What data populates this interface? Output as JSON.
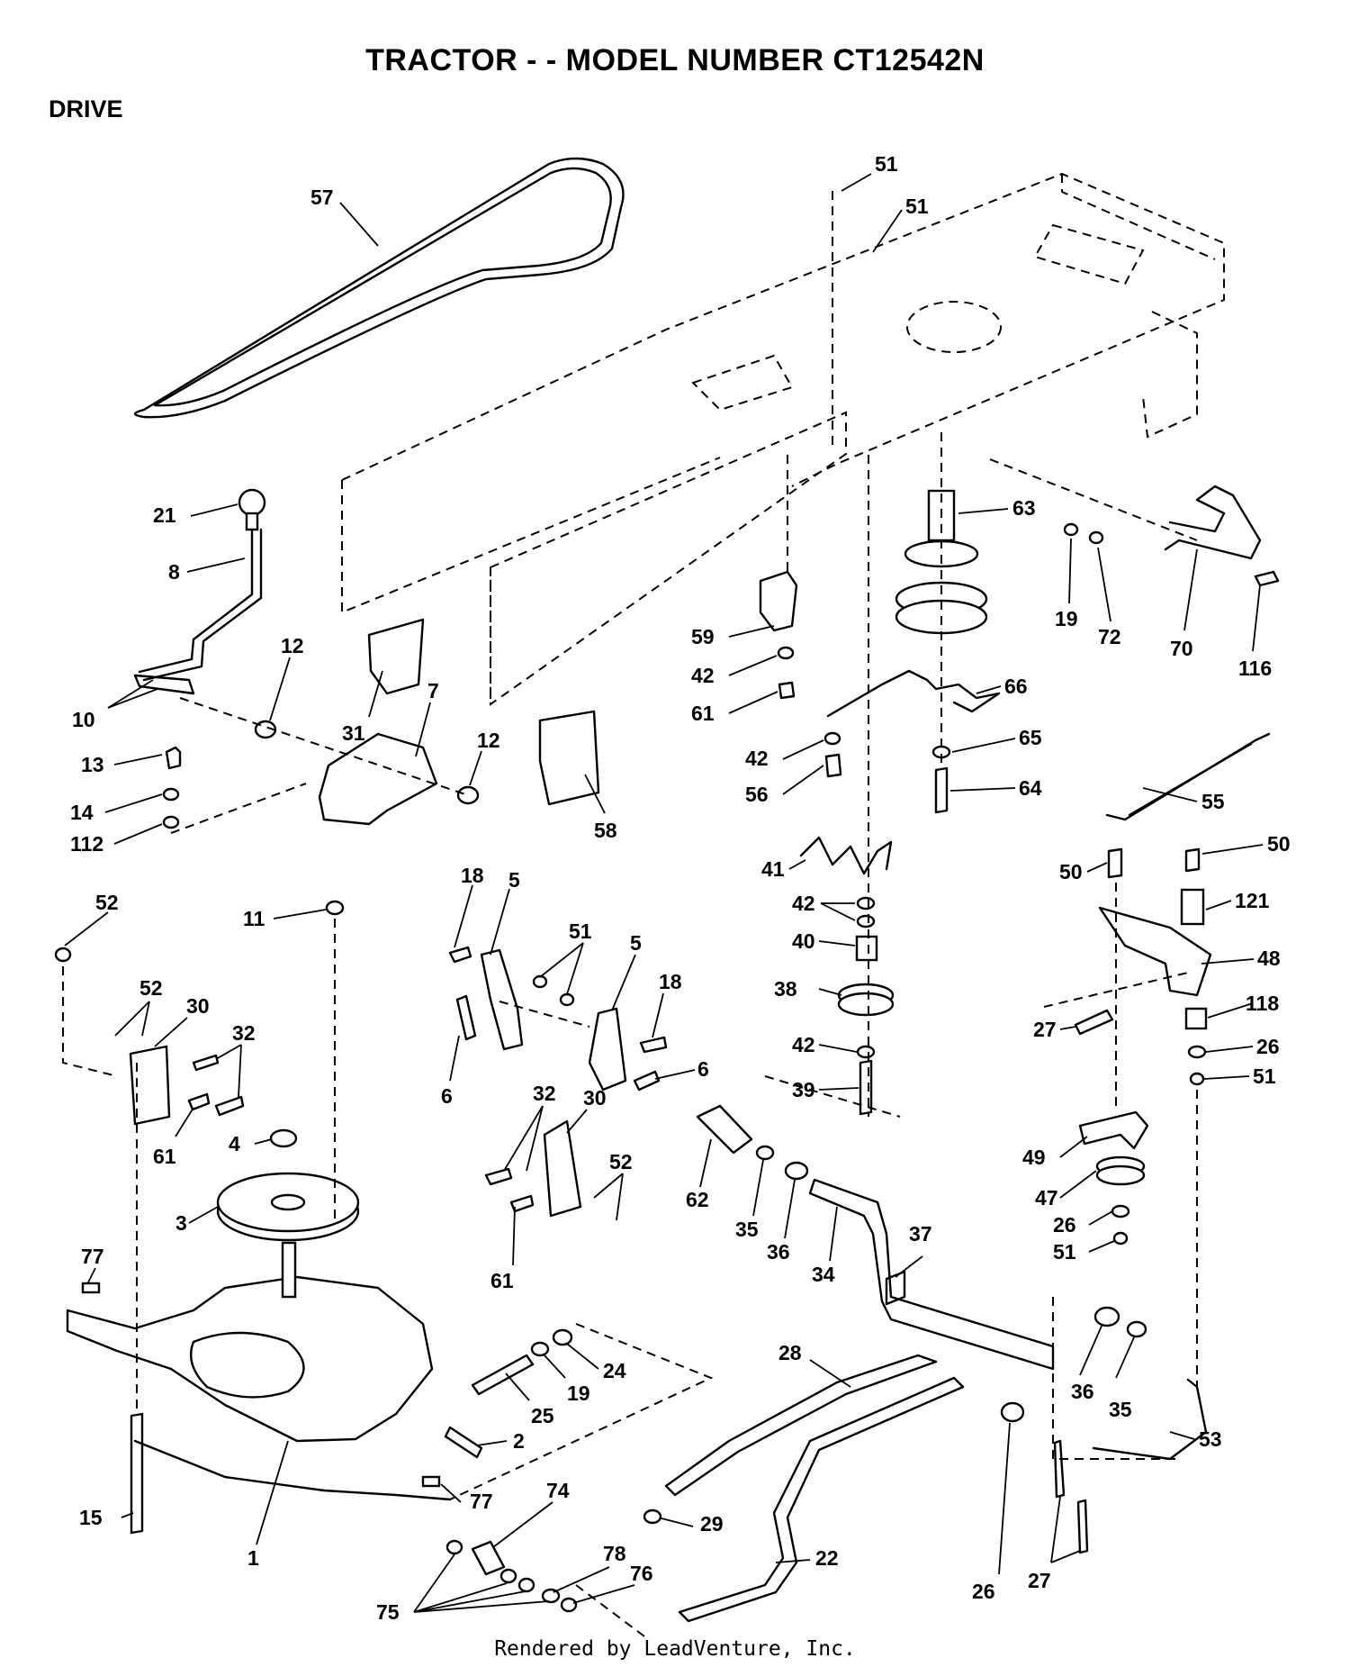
{
  "header": {
    "title": "TRACTOR - - MODEL NUMBER CT12542N",
    "section": "DRIVE"
  },
  "footer": {
    "credit": "Rendered by LeadVenture, Inc."
  },
  "callouts": [
    {
      "id": "57",
      "label": "57"
    },
    {
      "id": "51a",
      "label": "51"
    },
    {
      "id": "51b",
      "label": "51"
    },
    {
      "id": "21",
      "label": "21"
    },
    {
      "id": "8",
      "label": "8"
    },
    {
      "id": "12a",
      "label": "12"
    },
    {
      "id": "10",
      "label": "10"
    },
    {
      "id": "31",
      "label": "31"
    },
    {
      "id": "7",
      "label": "7"
    },
    {
      "id": "12b",
      "label": "12"
    },
    {
      "id": "13",
      "label": "13"
    },
    {
      "id": "14",
      "label": "14"
    },
    {
      "id": "112",
      "label": "112"
    },
    {
      "id": "58",
      "label": "58"
    },
    {
      "id": "63",
      "label": "63"
    },
    {
      "id": "19a",
      "label": "19"
    },
    {
      "id": "72",
      "label": "72"
    },
    {
      "id": "70",
      "label": "70"
    },
    {
      "id": "116",
      "label": "116"
    },
    {
      "id": "59",
      "label": "59"
    },
    {
      "id": "42a",
      "label": "42"
    },
    {
      "id": "61a",
      "label": "61"
    },
    {
      "id": "66",
      "label": "66"
    },
    {
      "id": "42b",
      "label": "42"
    },
    {
      "id": "65",
      "label": "65"
    },
    {
      "id": "56",
      "label": "56"
    },
    {
      "id": "64",
      "label": "64"
    },
    {
      "id": "55",
      "label": "55"
    },
    {
      "id": "41",
      "label": "41"
    },
    {
      "id": "50a",
      "label": "50"
    },
    {
      "id": "50b",
      "label": "50"
    },
    {
      "id": "42c",
      "label": "42"
    },
    {
      "id": "121",
      "label": "121"
    },
    {
      "id": "40",
      "label": "40"
    },
    {
      "id": "48",
      "label": "48"
    },
    {
      "id": "38",
      "label": "38"
    },
    {
      "id": "118",
      "label": "118"
    },
    {
      "id": "27a",
      "label": "27"
    },
    {
      "id": "26a",
      "label": "26"
    },
    {
      "id": "42d",
      "label": "42"
    },
    {
      "id": "51c",
      "label": "51"
    },
    {
      "id": "39",
      "label": "39"
    },
    {
      "id": "52a",
      "label": "52"
    },
    {
      "id": "11",
      "label": "11"
    },
    {
      "id": "18a",
      "label": "18"
    },
    {
      "id": "5a",
      "label": "5"
    },
    {
      "id": "51d",
      "label": "51"
    },
    {
      "id": "5b",
      "label": "5"
    },
    {
      "id": "18b",
      "label": "18"
    },
    {
      "id": "52b",
      "label": "52"
    },
    {
      "id": "30a",
      "label": "30"
    },
    {
      "id": "32a",
      "label": "32"
    },
    {
      "id": "6a",
      "label": "6"
    },
    {
      "id": "6b",
      "label": "6"
    },
    {
      "id": "61b",
      "label": "61"
    },
    {
      "id": "4",
      "label": "4"
    },
    {
      "id": "32b",
      "label": "32"
    },
    {
      "id": "30b",
      "label": "30"
    },
    {
      "id": "52c",
      "label": "52"
    },
    {
      "id": "62",
      "label": "62"
    },
    {
      "id": "35a",
      "label": "35"
    },
    {
      "id": "36a",
      "label": "36"
    },
    {
      "id": "34",
      "label": "34"
    },
    {
      "id": "37",
      "label": "37"
    },
    {
      "id": "49",
      "label": "49"
    },
    {
      "id": "47",
      "label": "47"
    },
    {
      "id": "26b",
      "label": "26"
    },
    {
      "id": "51e",
      "label": "51"
    },
    {
      "id": "3",
      "label": "3"
    },
    {
      "id": "61c",
      "label": "61"
    },
    {
      "id": "77a",
      "label": "77"
    },
    {
      "id": "24",
      "label": "24"
    },
    {
      "id": "19b",
      "label": "19"
    },
    {
      "id": "25",
      "label": "25"
    },
    {
      "id": "2",
      "label": "2"
    },
    {
      "id": "28",
      "label": "28"
    },
    {
      "id": "36b",
      "label": "36"
    },
    {
      "id": "35b",
      "label": "35"
    },
    {
      "id": "53",
      "label": "53"
    },
    {
      "id": "77b",
      "label": "77"
    },
    {
      "id": "15",
      "label": "15"
    },
    {
      "id": "1",
      "label": "1"
    },
    {
      "id": "74",
      "label": "74"
    },
    {
      "id": "29",
      "label": "29"
    },
    {
      "id": "26c",
      "label": "26"
    },
    {
      "id": "78",
      "label": "78"
    },
    {
      "id": "76",
      "label": "76"
    },
    {
      "id": "22",
      "label": "22"
    },
    {
      "id": "27b",
      "label": "27"
    },
    {
      "id": "75",
      "label": "75"
    }
  ]
}
